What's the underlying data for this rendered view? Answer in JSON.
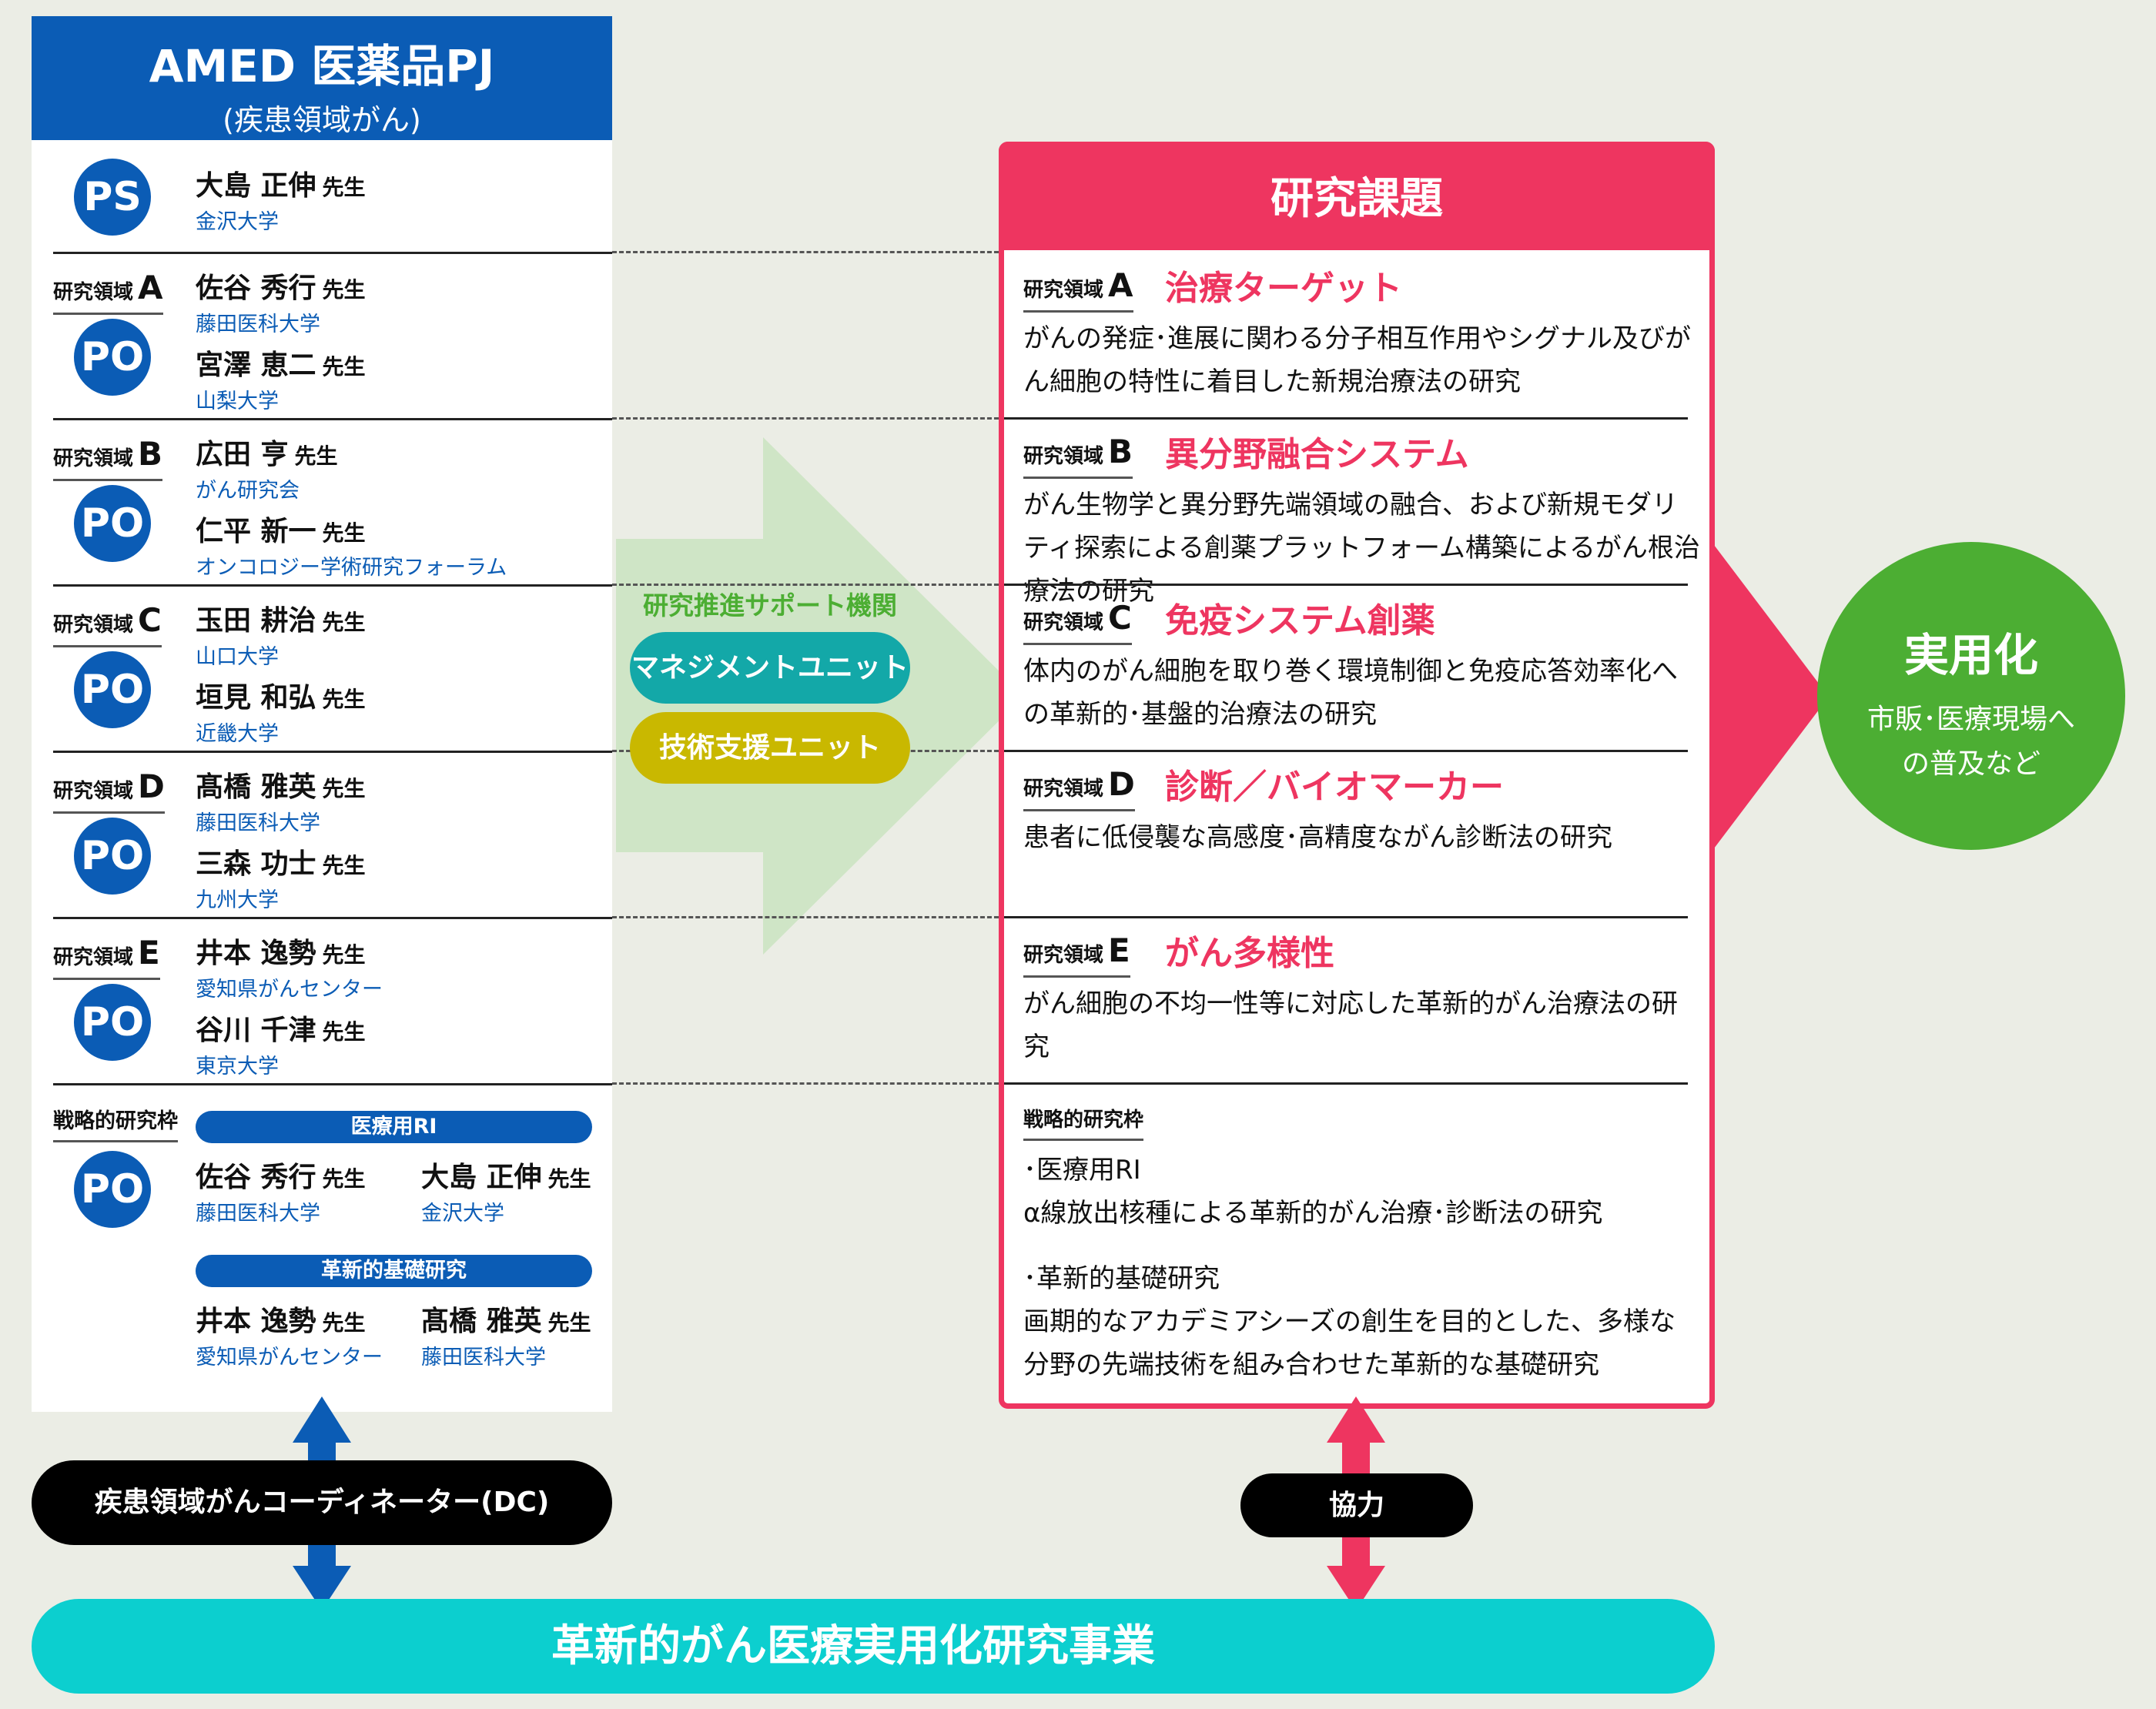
{
  "left": {
    "title": "AMED 医薬品PJ",
    "subtitle": "(疾患領域がん)",
    "ps": {
      "badge": "PS",
      "name": "大島 正伸",
      "honorific": "先生",
      "univ": "金沢大学"
    },
    "areas": [
      {
        "label": "研究領域",
        "letter": "A",
        "badge": "PO",
        "people": [
          {
            "name": "佐谷 秀行",
            "honorific": "先生",
            "univ": "藤田医科大学"
          },
          {
            "name": "宮澤 恵二",
            "honorific": "先生",
            "univ": "山梨大学"
          }
        ]
      },
      {
        "label": "研究領域",
        "letter": "B",
        "badge": "PO",
        "people": [
          {
            "name": "広田 亨",
            "honorific": "先生",
            "univ": "がん研究会"
          },
          {
            "name": "仁平 新一",
            "honorific": "先生",
            "univ": "オンコロジー学術研究フォーラム"
          }
        ]
      },
      {
        "label": "研究領域",
        "letter": "C",
        "badge": "PO",
        "people": [
          {
            "name": "玉田 耕治",
            "honorific": "先生",
            "univ": "山口大学"
          },
          {
            "name": "垣見 和弘",
            "honorific": "先生",
            "univ": "近畿大学"
          }
        ]
      },
      {
        "label": "研究領域",
        "letter": "D",
        "badge": "PO",
        "people": [
          {
            "name": "髙橋 雅英",
            "honorific": "先生",
            "univ": "藤田医科大学"
          },
          {
            "name": "三森 功士",
            "honorific": "先生",
            "univ": "九州大学"
          }
        ]
      },
      {
        "label": "研究領域",
        "letter": "E",
        "badge": "PO",
        "people": [
          {
            "name": "井本 逸勢",
            "honorific": "先生",
            "univ": "愛知県がんセンター"
          },
          {
            "name": "谷川 千津",
            "honorific": "先生",
            "univ": "東京大学"
          }
        ]
      }
    ],
    "strategic": {
      "label": "戦略的研究枠",
      "badge": "PO",
      "groups": [
        {
          "title": "医療用RI",
          "people": [
            {
              "name": "佐谷 秀行",
              "honorific": "先生",
              "univ": "藤田医科大学"
            },
            {
              "name": "大島 正伸",
              "honorific": "先生",
              "univ": "金沢大学"
            }
          ]
        },
        {
          "title": "革新的基礎研究",
          "people": [
            {
              "name": "井本 逸勢",
              "honorific": "先生",
              "univ": "愛知県がんセンター"
            },
            {
              "name": "髙橋 雅英",
              "honorific": "先生",
              "univ": "藤田医科大学"
            }
          ]
        }
      ]
    }
  },
  "support": {
    "label": "研究推進サポート機関",
    "management": "マネジメントユニット",
    "tech": "技術支援ユニット"
  },
  "right": {
    "title": "研究課題",
    "areas": [
      {
        "label": "研究領域",
        "letter": "A",
        "title": "治療ターゲット",
        "desc": "がんの発症･進展に関わる分子相互作用やシグナル及びがん細胞の特性に着目した新規治療法の研究"
      },
      {
        "label": "研究領域",
        "letter": "B",
        "title": "異分野融合システム",
        "desc": "がん生物学と異分野先端領域の融合、および新規モダリティ探索による創薬プラットフォーム構築によるがん根治療法の研究"
      },
      {
        "label": "研究領域",
        "letter": "C",
        "title": "免疫システム創薬",
        "desc": "体内のがん細胞を取り巻く環境制御と免疫応答効率化への革新的･基盤的治療法の研究"
      },
      {
        "label": "研究領域",
        "letter": "D",
        "title": "診断／バイオマーカー",
        "desc": "患者に低侵襲な高感度･高精度ながん診断法の研究"
      },
      {
        "label": "研究領域",
        "letter": "E",
        "title": "がん多様性",
        "desc": "がん細胞の不均一性等に対応した革新的がん治療法の研究"
      }
    ],
    "strategic": {
      "label": "戦略的研究枠",
      "item1": "･医療用RI",
      "desc1": "α線放出核種による革新的がん治療･診断法の研究",
      "item2": "･革新的基礎研究",
      "desc2": "画期的なアカデミアシーズの創生を目的とした、多様な分野の先端技術を組み合わせた革新的な基礎研究"
    }
  },
  "outcome": {
    "title": "実用化",
    "desc": "市販･医療現場への普及など"
  },
  "dc": "疾患領域がんコーディネーター(DC)",
  "cooperation": "協力",
  "bottom": "革新的がん医療実用化研究事業",
  "colors": {
    "blue": "#0b5cb5",
    "red": "#ee3560",
    "green": "#4cae33",
    "teal": "#13a8a8",
    "yellow": "#c9b800",
    "cyan": "#0ccfcf"
  }
}
